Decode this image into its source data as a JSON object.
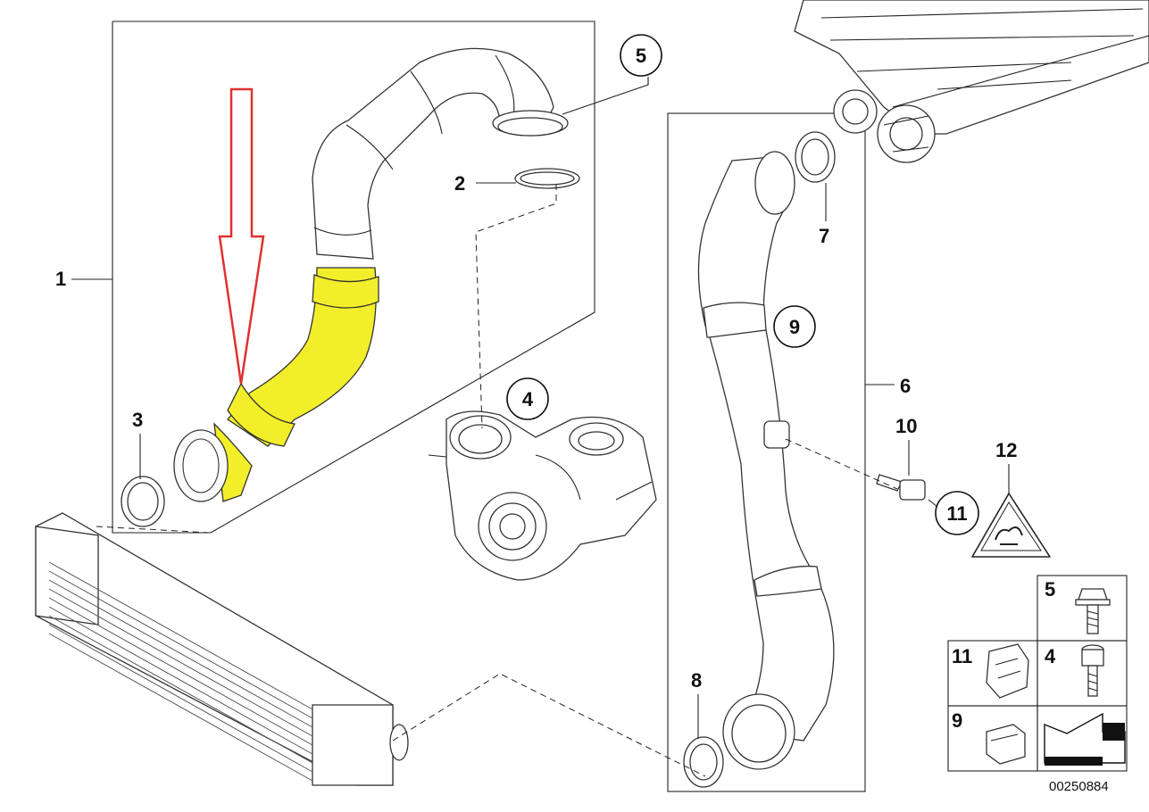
{
  "diagram_number": "00250884",
  "callouts": {
    "c1": "1",
    "c2": "2",
    "c3": "3",
    "c4": "4",
    "c5": "5",
    "c6": "6",
    "c7": "7",
    "c8": "8",
    "c9": "9",
    "c10": "10",
    "c11": "11",
    "c12": "12"
  },
  "hardware_grid": {
    "cell_5": "5",
    "cell_11": "11",
    "cell_4": "4",
    "cell_9": "9"
  },
  "colors": {
    "highlight_arrow": "#e03030",
    "highlighted_hose": "#f2ef2a",
    "line": "#222222"
  },
  "icons": [
    "highlight-arrow-icon",
    "warning-triangle-icon",
    "direction-arrow-icon"
  ]
}
